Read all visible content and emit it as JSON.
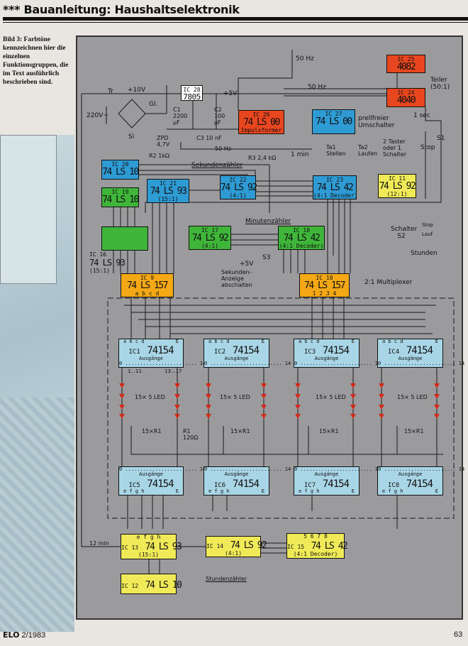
{
  "header": {
    "title": "*** Bauanleitung: Haushaltselektronik"
  },
  "caption": "Bild 3: Farbtöne kennzeichnen hier die einzelnen Funktionsgruppen, die im Text ausführlich beschrieben sind.",
  "power": {
    "transformer": "Tr",
    "mains": "220V~",
    "fuse": "Si",
    "rectifier": "Gl.",
    "v10": "+10V",
    "v5": "+5V",
    "c1": "C1 2200 µF",
    "c2": "C2 100 µF",
    "c3": "C3 10 nF",
    "zpd": "ZPD 4,7V",
    "r2": "R2 1kΩ",
    "r3": "R3 2,4 kΩ"
  },
  "ics": {
    "ic28": {
      "name": "IC 28",
      "type": "7805"
    },
    "ic26": {
      "name": "IC 26",
      "type": "74 LS 00",
      "sub": "Impulsformer"
    },
    "ic25": {
      "name": "IC 25",
      "type": "4082"
    },
    "ic24": {
      "name": "IC 24",
      "type": "4040"
    },
    "ic27": {
      "name": "IC 27",
      "type": "74 LS 00"
    },
    "ic20": {
      "name": "IC 20",
      "type": "74 LS 10"
    },
    "ic19": {
      "name": "IC 19",
      "type": "74 LS 10"
    },
    "ic21": {
      "name": "IC 21",
      "type": "74 LS 93",
      "sub": "(15:1)"
    },
    "ic22": {
      "name": "IC 22",
      "type": "74 LS 92",
      "sub": "(4:1)"
    },
    "ic23": {
      "name": "IC 23",
      "type": "74 LS 42",
      "sub": "(4:1 Decoder)"
    },
    "ic11": {
      "name": "IC 11",
      "type": "74 LS 92",
      "sub": "(12:1)"
    },
    "ic16": {
      "name": "IC 16",
      "type": "74 LS 93",
      "sub": "(15:1)"
    },
    "ic17": {
      "name": "IC 17",
      "type": "74 LS 92",
      "sub": "(4:1)"
    },
    "ic18": {
      "name": "IC 18",
      "type": "74 LS 42",
      "sub": "(4:1 Decoder)"
    },
    "ic9": {
      "name": "IC 9",
      "type": "74 LS 157",
      "pins": "a b c d"
    },
    "ic10": {
      "name": "IC 10",
      "type": "74 LS 157",
      "pins": "1 2 3 4"
    },
    "ic13": {
      "name": "IC 13",
      "type": "74 LS 93",
      "sub": "(15:1)",
      "pins": "e f g h"
    },
    "ic14": {
      "name": "IC 14",
      "type": "74 LS 92",
      "sub": "(4:1)"
    },
    "ic15": {
      "name": "IC 15",
      "type": "74 LS 42",
      "sub": "(4:1 Decoder)",
      "pins": "5 6 7 8"
    },
    "ic12": {
      "name": "IC 12",
      "type": "74 LS 10"
    }
  },
  "decoders_top": [
    {
      "name": "IC1",
      "type": "74154",
      "pins": "a b c d",
      "e": "E",
      "out": "Ausgänge",
      "range": "0 ........................ 14"
    },
    {
      "name": "IC2",
      "type": "74154",
      "pins": "a b c d",
      "e": "E",
      "out": "Ausgänge",
      "range": "0 ........................ 14"
    },
    {
      "name": "IC3",
      "type": "74154",
      "pins": "a b c d",
      "e": "E",
      "out": "Ausgänge",
      "range": "0 ........................ 14"
    },
    {
      "name": "IC4",
      "type": "74154",
      "pins": "a b c d",
      "e": "E",
      "out": "Ausgänge",
      "range": "0 ........................ 14"
    }
  ],
  "decoders_bottom": [
    {
      "name": "IC5",
      "type": "74154",
      "pins": "e f g h",
      "e": "E",
      "out": "Ausgänge",
      "range": "0 ........................ 14"
    },
    {
      "name": "IC6",
      "type": "74154",
      "pins": "e f g h",
      "e": "E",
      "out": "Ausgänge",
      "range": "0 ........................ 14"
    },
    {
      "name": "IC7",
      "type": "74154",
      "pins": "e f g h",
      "e": "E",
      "out": "Ausgänge",
      "range": "0 ........................ 14"
    },
    {
      "name": "IC8",
      "type": "74154",
      "pins": "e f g h",
      "e": "E",
      "out": "Ausgänge",
      "range": "0 ........................ 14"
    }
  ],
  "labels": {
    "hz50a": "50 Hz",
    "hz50b": "50 Hz",
    "hz50c": "50 Hz",
    "teiler": "Teiler (50:1)",
    "sec1": "1 sec",
    "min1": "1 min",
    "prell": "prellfreier Umschalter",
    "ta1": "Ta1 Stellen",
    "ta2": "Ta2 Laufen",
    "taster": "2 Taster oder 1 Schalter",
    "s1": "S1",
    "stop": "Stop",
    "sek": "Sekundenzähler",
    "min": "Minutenzähler",
    "schalter": "Schalter S2",
    "s2stop": "Stop",
    "s2lauf": "Lauf",
    "stunden": "Stunden",
    "v5": "+5V",
    "s3": "S3",
    "sekab": "Sekunden-Anzeige abschalten",
    "mux": "2:1 Multiplexer",
    "led": "15× 5 LED",
    "r1s": "15×R1",
    "r1": "R1 120Ω",
    "o1": "1...11",
    "o2": "13...17",
    "min12": "12 min",
    "stdz": "Stundenzähler"
  },
  "footer": {
    "logo": "ELO",
    "issue": "2/1983",
    "page": "63"
  }
}
